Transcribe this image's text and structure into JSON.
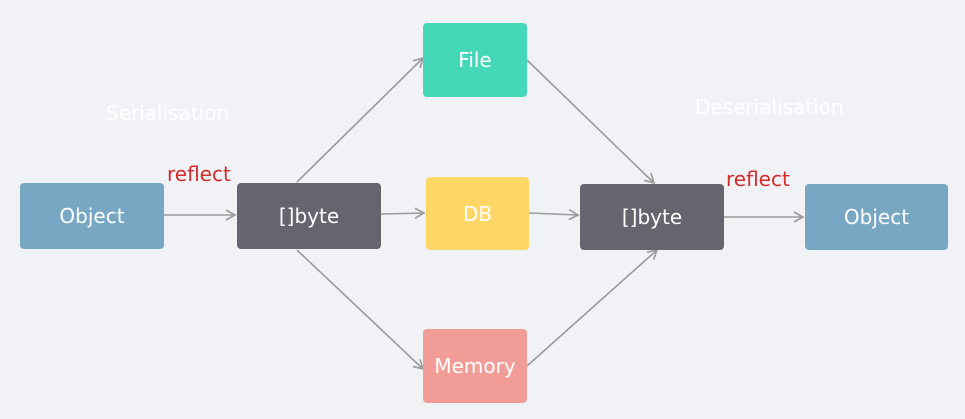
{
  "labels": {
    "serialisation": "Serialisation",
    "deserialisation": "Deserialisation",
    "reflect_left": "reflect",
    "reflect_right": "reflect"
  },
  "nodes": {
    "object_left": "Object",
    "byte_left": "[]byte",
    "file": "File",
    "db": "DB",
    "memory": "Memory",
    "byte_right": "[]byte",
    "object_right": "Object"
  },
  "colors": {
    "background": "#f0f2f5",
    "object": "#78a7c4",
    "byte": "#65646f",
    "file": "#45d8b8",
    "db": "#fed767",
    "memory": "#f19c96",
    "reflect": "#d42a2a",
    "arrow": "#9a9a9a"
  }
}
